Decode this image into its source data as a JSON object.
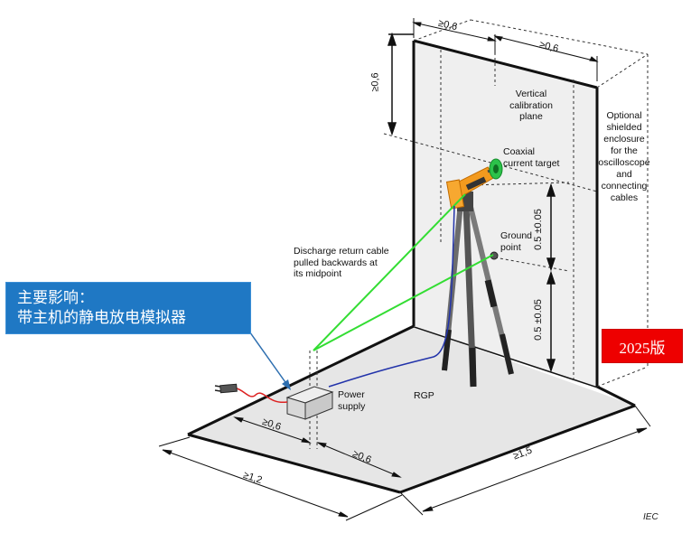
{
  "labels": {
    "vertical_plane": [
      "Vertical",
      "calibration",
      "plane"
    ],
    "enclosure": [
      "Optional",
      "shielded",
      "enclosure",
      "for the",
      "oscilloscope",
      "and",
      "connecting",
      "cables"
    ],
    "coaxial_target": [
      "Coaxial",
      "current target"
    ],
    "ground_point": [
      "Ground",
      "point"
    ],
    "discharge_cable": [
      "Discharge return cable",
      "pulled backwards at",
      "its midpoint"
    ],
    "power_supply": [
      "Power",
      "supply"
    ],
    "rgp": "RGP",
    "iec": "IEC"
  },
  "dimensions": {
    "top_left": "≥0,6",
    "top_right": "≥0,6",
    "left_vertical": "≥0,6",
    "height_upper": "0.5 ±0.05",
    "height_lower": "0.5 ±0.05",
    "front_left": "≥0,6",
    "front_mid": "≥0,6",
    "front_depth": "≥1,2",
    "front_width": "≥1,5"
  },
  "callout": {
    "line1": "主要影响：",
    "line2": "带主机的静电放电模拟器"
  },
  "badge": "2025版",
  "colors": {
    "callout_bg": "#1f78c4",
    "badge_bg": "#ee0000",
    "cable_green": "#33dd33",
    "cable_blue": "#2233aa",
    "cable_red": "#dd2222",
    "gun_orange": "#f39a1e"
  }
}
